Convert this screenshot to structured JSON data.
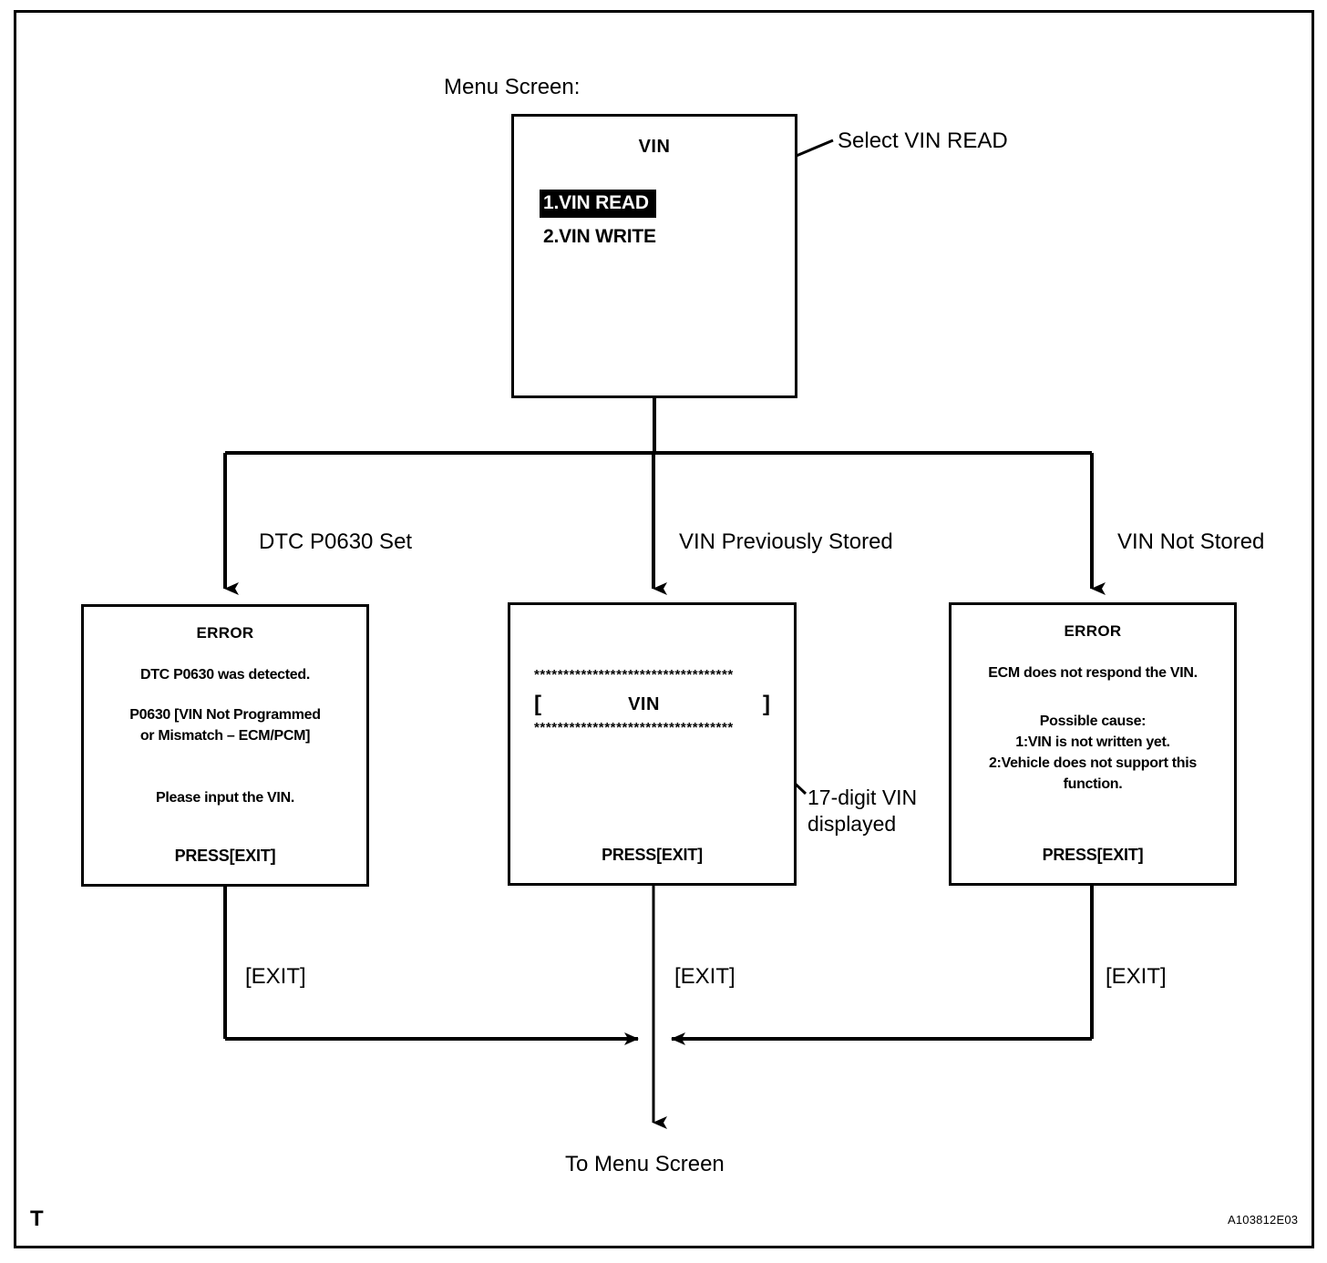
{
  "figure": {
    "corner_marker": "T",
    "figure_code": "A103812E03",
    "menu_screen_label": "Menu Screen:",
    "to_menu_screen": "To Menu Screen"
  },
  "menu_screen": {
    "title": "VIN",
    "items": [
      {
        "label": "1.VIN READ",
        "selected": true
      },
      {
        "label": "2.VIN WRITE",
        "selected": false
      }
    ],
    "callout": "Select VIN READ"
  },
  "branches": [
    {
      "label": "DTC P0630 Set"
    },
    {
      "label": "VIN Previously Stored"
    },
    {
      "label": "VIN Not Stored"
    }
  ],
  "exit_labels": {
    "left": "[EXIT]",
    "middle": "[EXIT]",
    "right": "[EXIT]"
  },
  "error_screen_left": {
    "heading": "ERROR",
    "lines": [
      "DTC P0630 was detected.",
      "P0630  [VIN Not Programmed",
      "or Mismatch – ECM/PCM]",
      "Please input the VIN."
    ],
    "footer": "PRESS[EXIT]"
  },
  "vin_screen": {
    "star_row_top": "**********************************",
    "star_row_bottom": "**********************************",
    "bracket_open": "[",
    "vin_word": "VIN",
    "bracket_close": "]",
    "footer": "PRESS[EXIT]",
    "callout": "17-digit VIN displayed"
  },
  "error_screen_right": {
    "heading": "ERROR",
    "lines": [
      "ECM does not respond the VIN.",
      "Possible cause:",
      "1:VIN is not written yet.",
      "2:Vehicle does not support this",
      "function."
    ],
    "footer": "PRESS[EXIT]"
  },
  "colors": {
    "ink": "#000000",
    "paper": "#ffffff",
    "highlight_bg": "#000000",
    "highlight_fg": "#ffffff"
  }
}
